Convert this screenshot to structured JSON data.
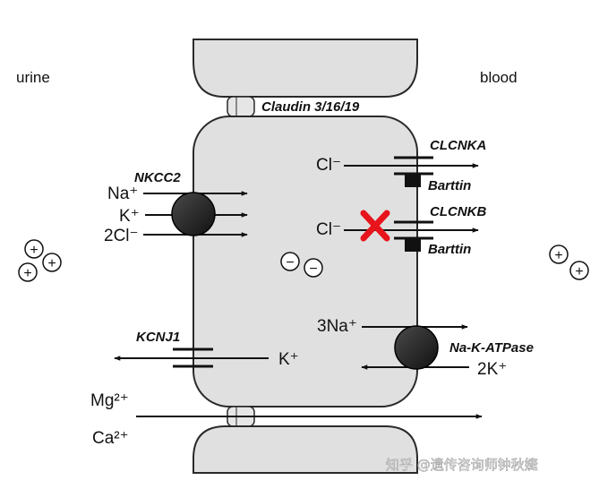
{
  "sides": {
    "left": "urine",
    "right": "blood"
  },
  "tight_junction": {
    "label": "Claudin 3/16/19"
  },
  "apical_transporters": {
    "nkcc2": {
      "name": "NKCC2",
      "ions": [
        "Na⁺",
        "K⁺",
        "2Cl⁻"
      ]
    },
    "kcnj1": {
      "name": "KCNJ1",
      "ion": "K⁺"
    }
  },
  "basolateral_transporters": {
    "clcnka": {
      "name": "CLCNKA",
      "ion": "Cl⁻",
      "subunit": "Barttin"
    },
    "clcnkb": {
      "name": "CLCNKB",
      "ion": "Cl⁻",
      "subunit": "Barttin",
      "status": "defective"
    },
    "nak_atpase": {
      "name": "Na-K-ATPase",
      "in_ion": "3Na⁺",
      "out_ion": "2K⁺"
    }
  },
  "paracellular": {
    "ion1": "Mg²⁺",
    "ion2": "Ca²⁺"
  },
  "charges": {
    "positive": "+",
    "negative": "−"
  },
  "watermark": "知乎 @遗传咨询师钟秋婕",
  "colors": {
    "cell_fill": "#e0e0e0",
    "cell_stroke": "#2a2a2a",
    "block_mark": "#e8141c",
    "carrier": "#1f1f1f"
  }
}
